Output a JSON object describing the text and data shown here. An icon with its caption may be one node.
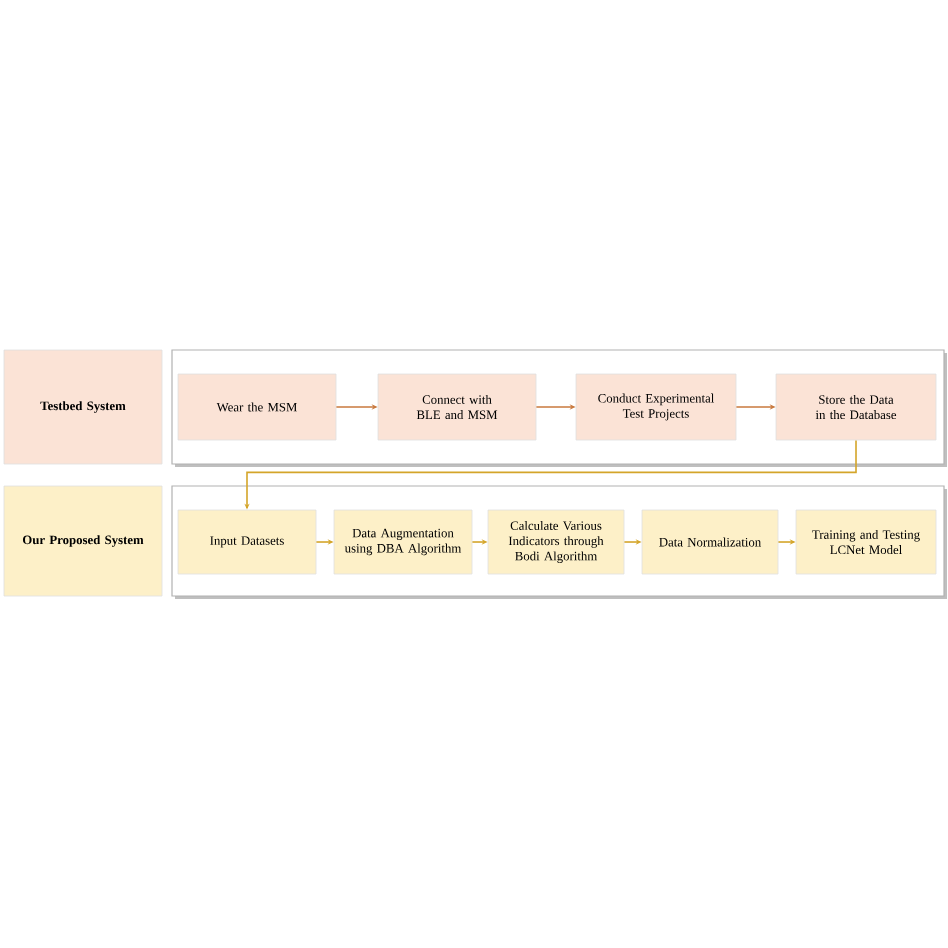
{
  "diagram": {
    "nodes": [
      {
        "text": [
          "Testbed System"
        ]
      },
      {
        "text": [],
        "shape": "box"
      },
      {
        "text": [
          "Wear the MSM"
        ],
        "in": 1
      },
      {
        "text": [
          "Connect with BLE and MSM"
        ],
        "in": 1
      },
      {
        "text": [
          "Conduct Experimental Test Projects"
        ],
        "in": 1
      },
      {
        "text": [
          "Store the Data in the Database"
        ],
        "in": 1
      },
      {
        "text": [
          "Our Proposed System"
        ]
      },
      {
        "text": [],
        "shape": "box"
      },
      {
        "text": [
          "Input Datasets"
        ],
        "in": 7
      },
      {
        "text": [
          "Data Augmentation using DBA Algorithm"
        ],
        "in": 7
      },
      {
        "text": [
          "Calculate Various Indicators through Bodi Algorithm"
        ],
        "in": 7
      },
      {
        "text": [
          "Data Normalization"
        ],
        "in": 7
      },
      {
        "text": [
          "Training and Testing LCNet Model"
        ],
        "in": 7
      }
    ],
    "edges": [
      {
        "from": 2,
        "to": 3,
        "arrow": "to",
        "color": "#c8783c"
      },
      {
        "from": 3,
        "to": 4,
        "arrow": "to",
        "color": "#c8783c"
      },
      {
        "from": 4,
        "to": 5,
        "arrow": "to",
        "color": "#c8783c"
      },
      {
        "from": 5,
        "to": 8,
        "arrow": "to"
      },
      {
        "from": 8,
        "to": 9,
        "arrow": "to"
      },
      {
        "from": 9,
        "to": 10,
        "arrow": "to"
      },
      {
        "from": 10,
        "to": 11,
        "arrow": "to"
      },
      {
        "from": 11,
        "to": 12,
        "arrow": "to"
      }
    ]
  }
}
